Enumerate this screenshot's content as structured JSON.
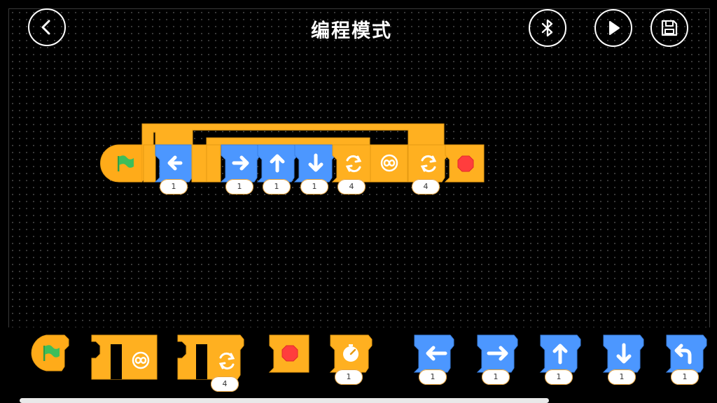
{
  "header": {
    "title": "编程模式",
    "back_icon": "chevron-left-icon",
    "bluetooth_icon": "bluetooth-icon",
    "play_icon": "play-icon",
    "save_icon": "floppy-save-icon"
  },
  "colors": {
    "event_yellow": "#FFAB19",
    "control_orange": "#FFB020",
    "motion_blue": "#4C97FF",
    "stop_red": "#FF3D3D",
    "flag_green": "#3EBE5A"
  },
  "script": {
    "blocks": [
      {
        "type": "green-flag-hat",
        "icon": "green-flag-icon"
      },
      {
        "type": "move-left",
        "icon": "arrow-left-icon",
        "param": "1"
      },
      {
        "type": "move-right",
        "icon": "arrow-right-icon",
        "param": "1"
      },
      {
        "type": "move-up",
        "icon": "arrow-up-icon",
        "param": "1"
      },
      {
        "type": "move-down",
        "icon": "arrow-down-icon",
        "param": "1"
      },
      {
        "type": "repeat-end",
        "icon": "repeat-icon",
        "param": "4"
      },
      {
        "type": "forever-end",
        "icon": "infinity-loop-icon"
      },
      {
        "type": "repeat-end",
        "icon": "repeat-icon",
        "param": "4"
      },
      {
        "type": "stop",
        "icon": "stop-octagon-icon"
      }
    ]
  },
  "palette": {
    "items": [
      {
        "type": "green-flag-hat",
        "icon": "green-flag-icon"
      },
      {
        "type": "forever-loop",
        "icon": "infinity-loop-icon"
      },
      {
        "type": "repeat-loop",
        "icon": "repeat-icon",
        "param": "4"
      },
      {
        "type": "stop",
        "icon": "stop-octagon-icon"
      },
      {
        "type": "wait",
        "icon": "timer-icon",
        "param": "1"
      },
      {
        "type": "move-left",
        "icon": "arrow-left-icon",
        "param": "1"
      },
      {
        "type": "move-right",
        "icon": "arrow-right-icon",
        "param": "1"
      },
      {
        "type": "move-up",
        "icon": "arrow-up-icon",
        "param": "1"
      },
      {
        "type": "move-down",
        "icon": "arrow-down-icon",
        "param": "1"
      },
      {
        "type": "turn-left",
        "icon": "turn-left-icon",
        "param": "1"
      }
    ]
  }
}
